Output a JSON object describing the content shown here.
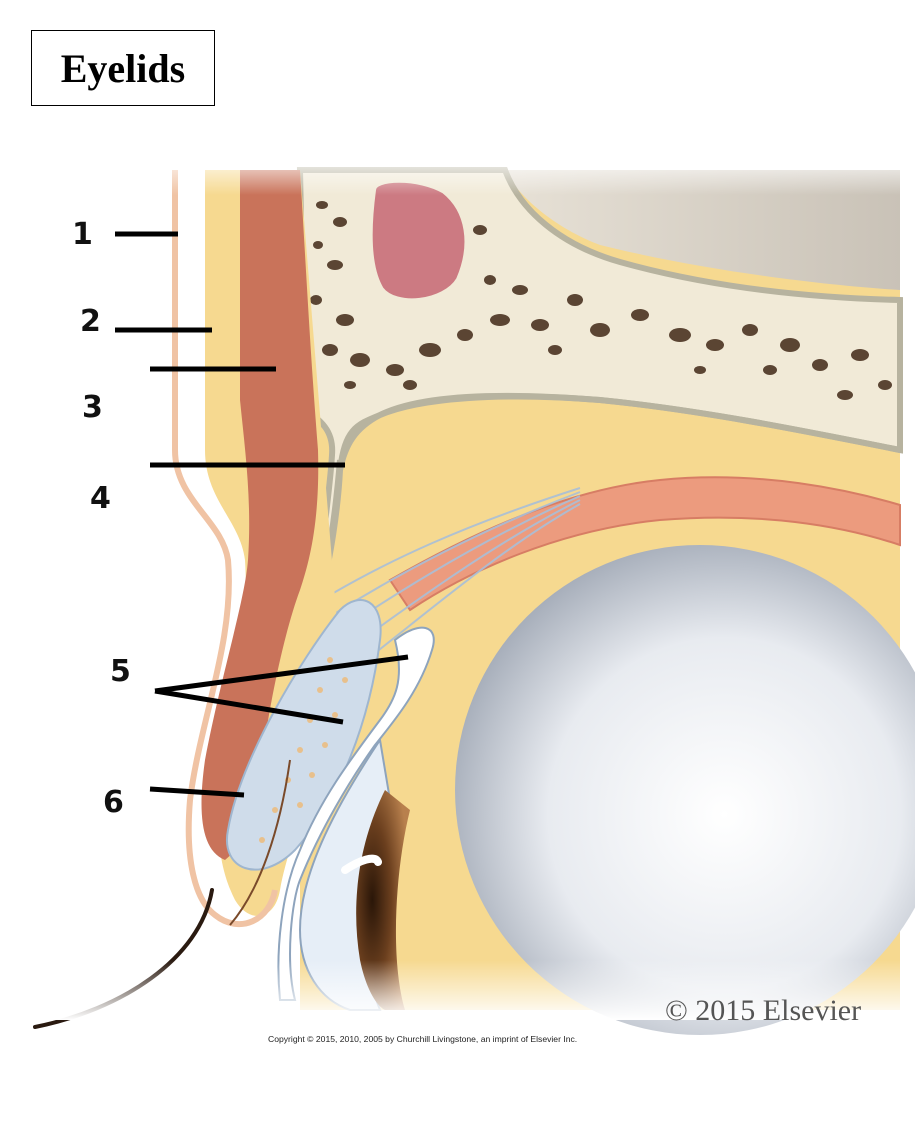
{
  "title": "Eyelids",
  "labels": [
    "1",
    "2",
    "3",
    "4",
    "5",
    "6"
  ],
  "copyright": "© 2015 Elsevier",
  "copyright_small": "Copyright © 2015, 2010, 2005 by Churchill Livingstone, an imprint of Elsevier Inc.",
  "colors": {
    "skin": "#f6d2b6",
    "fat": "#f6d990",
    "muscle": "#c9735a",
    "bone": "#f1ead7",
    "bone_pore": "#5b4533",
    "sinus": "#cc7a82",
    "septum": "#b7b39f",
    "tarsus": "#cfdcea",
    "eyeball": "#e3e7ee",
    "iris": "#5a341a",
    "conjunctiva": "#ffffff",
    "levator_muscle": "#ec9b7e"
  }
}
